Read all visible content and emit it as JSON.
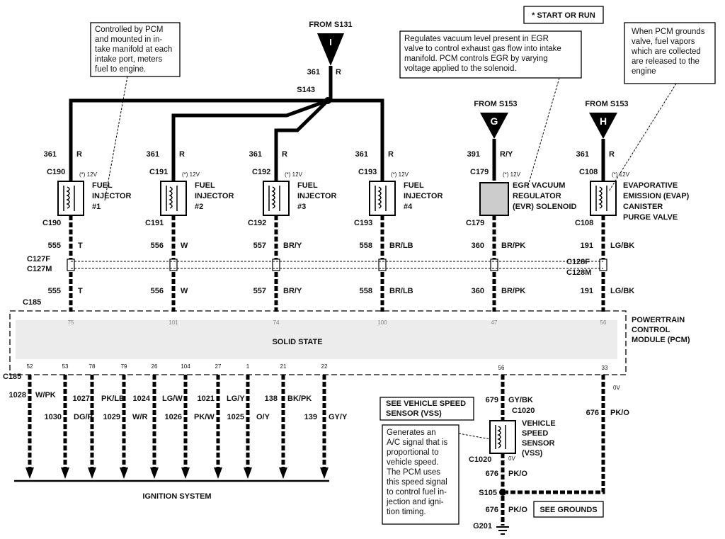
{
  "header": {
    "from_s131": "FROM S131",
    "from_s153_g": "FROM S153",
    "from_s153_h": "FROM S153",
    "start_or_run": "* START OR RUN",
    "conn_i": "I",
    "conn_g": "G",
    "conn_h": "H"
  },
  "notes": {
    "injector": [
      "Controlled by PCM",
      "and mounted in in-",
      "take manifold at each",
      "intake port, meters",
      "fuel to engine."
    ],
    "egr": [
      "Regulates vacuum level present in EGR",
      "valve to control exhaust gas flow into intake",
      "manifold. PCM controls EGR by varying",
      "voltage applied to the solenoid."
    ],
    "evap": [
      "When PCM grounds",
      "valve, fuel vapors",
      "which are collected",
      "are released to the",
      "engine"
    ],
    "vss": [
      "Generates an",
      "A/C signal that is",
      "proportional to",
      "vehicle speed.",
      "The PCM uses",
      "this speed signal",
      "to control fuel in-",
      "jection and igni-",
      "tion timing."
    ]
  },
  "splices": {
    "s143": "S143",
    "s105": "S105",
    "g201": "G201"
  },
  "supply": {
    "wire": "361",
    "color": "R",
    "voltage": "(*) 12V"
  },
  "components": [
    {
      "id": "inj1",
      "name1": "FUEL",
      "name2": "INJECTOR",
      "name3": "#1",
      "c_top": "C190",
      "c_bot": "C190",
      "sup_num": "361",
      "sup_col": "R",
      "v": "(*) 12V",
      "w1": "555",
      "c1": "T",
      "w2": "555",
      "c2": "T",
      "pin": "75"
    },
    {
      "id": "inj2",
      "name1": "FUEL",
      "name2": "INJECTOR",
      "name3": "#2",
      "c_top": "C191",
      "c_bot": "C191",
      "sup_num": "361",
      "sup_col": "R",
      "v": "(*) 12V",
      "w1": "556",
      "c1": "W",
      "w2": "556",
      "c2": "W",
      "pin": "101"
    },
    {
      "id": "inj3",
      "name1": "FUEL",
      "name2": "INJECTOR",
      "name3": "#3",
      "c_top": "C192",
      "c_bot": "C192",
      "sup_num": "361",
      "sup_col": "R",
      "v": "(*) 12V",
      "w1": "557",
      "c1": "BR/Y",
      "w2": "557",
      "c2": "BR/Y",
      "pin": "74"
    },
    {
      "id": "inj4",
      "name1": "FUEL",
      "name2": "INJECTOR",
      "name3": "#4",
      "c_top": "C193",
      "c_bot": "C193",
      "sup_num": "361",
      "sup_col": "R",
      "v": "(*) 12V",
      "w1": "558",
      "c1": "BR/LB",
      "w2": "558",
      "c2": "BR/LB",
      "pin": "100"
    },
    {
      "id": "evr",
      "name1": "EGR VACUUM",
      "name2": "REGULATOR",
      "name3": "(EVR) SOLENOID",
      "c_top": "C179",
      "c_bot": "C179",
      "sup_num": "391",
      "sup_col": "R/Y",
      "v": "(*) 12V",
      "w1": "360",
      "c1": "BR/PK",
      "w2": "360",
      "c2": "BR/PK",
      "pin": "47"
    },
    {
      "id": "evap",
      "name1": "EVAPORATIVE",
      "name2": "EMISSION (EVAP)",
      "name3": "CANISTER",
      "name4": "PURGE VALVE",
      "c_top": "C108",
      "c_bot": "C108",
      "sup_num": "361",
      "sup_col": "R",
      "v": "(*) 12V",
      "w1": "191",
      "c1": "LG/BK",
      "w2": "191",
      "c2": "LG/BK",
      "pin": "56"
    }
  ],
  "inline_connectors": {
    "c127f": "C127F",
    "c127m": "C127M",
    "c128f": "C128F",
    "c128m": "C128M",
    "c185_top": "C185",
    "c185_bot": "C185"
  },
  "pcm": {
    "solid_state": "SOLID STATE",
    "name": [
      "POWERTRAIN",
      "CONTROL",
      "MODULE (PCM)"
    ]
  },
  "ignition": {
    "label": "IGNITION SYSTEM",
    "pins": [
      "52",
      "53",
      "78",
      "79",
      "26",
      "104",
      "27",
      "1",
      "21",
      "22"
    ],
    "wires": [
      {
        "num": "1028",
        "col": "W/PK"
      },
      {
        "num": "1030",
        "col": "DG/P"
      },
      {
        "num": "1027",
        "col": "PK/LB"
      },
      {
        "num": "1029",
        "col": "W/R"
      },
      {
        "num": "1024",
        "col": "LG/W"
      },
      {
        "num": "1026",
        "col": "PK/W"
      },
      {
        "num": "1021",
        "col": "LG/Y"
      },
      {
        "num": "1025",
        "col": "O/Y"
      },
      {
        "num": "138",
        "col": "BK/PK"
      },
      {
        "num": "139",
        "col": "GY/Y"
      }
    ]
  },
  "vss": {
    "pin_top": "56",
    "pin_right": "33",
    "ov_top": "0V",
    "ov_right": "0V",
    "see_vss": [
      "SEE VEHICLE SPEED",
      "SENSOR (VSS)"
    ],
    "wire_in": "679",
    "wire_in_col": "GY/BK",
    "c_top": "C1020",
    "c_bot": "C1020",
    "name": [
      "VEHICLE",
      "SPEED",
      "SENSOR",
      "(VSS)"
    ],
    "wire_out": "676",
    "wire_out_col": "PK/O",
    "ret_num": "676",
    "ret_col": "PK/O",
    "gnd_num": "676",
    "gnd_col": "PK/O",
    "see_grounds": "SEE GROUNDS",
    "right_num": "676",
    "right_col": "PK/O"
  }
}
